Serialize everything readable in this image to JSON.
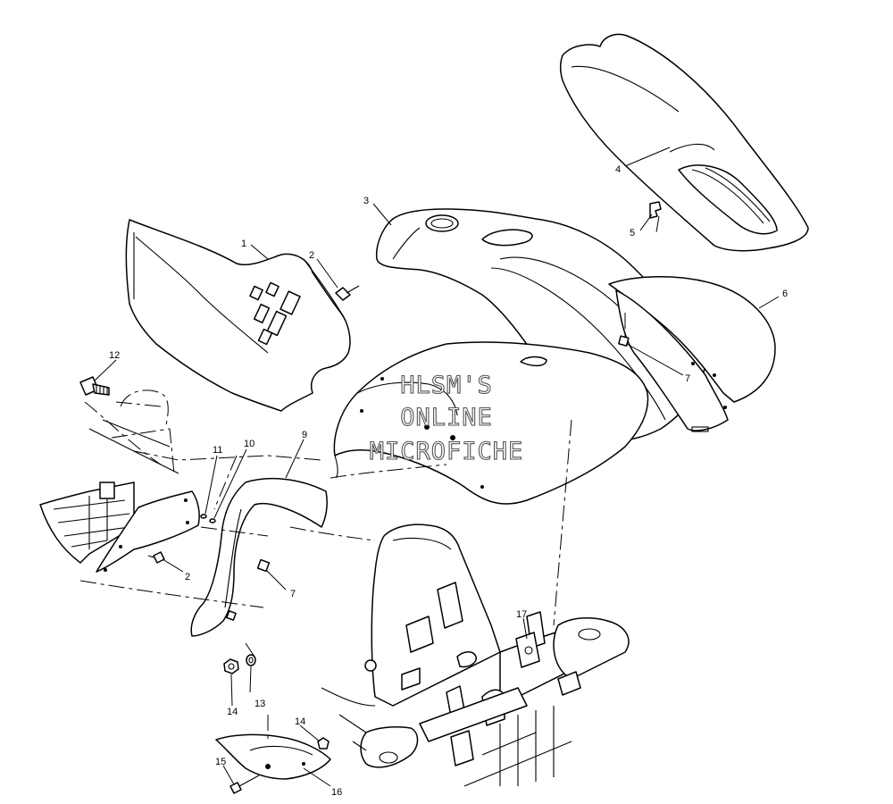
{
  "watermark": {
    "lines": [
      "HLSM'S",
      "ONLINE",
      "MICROFICHE"
    ]
  },
  "callouts": [
    {
      "id": "c1",
      "label": "1"
    },
    {
      "id": "c2a",
      "label": "2"
    },
    {
      "id": "c2b",
      "label": "2"
    },
    {
      "id": "c3",
      "label": "3"
    },
    {
      "id": "c4",
      "label": "4"
    },
    {
      "id": "c5",
      "label": "5"
    },
    {
      "id": "c6",
      "label": "6"
    },
    {
      "id": "c7a",
      "label": "7"
    },
    {
      "id": "c7b",
      "label": "7"
    },
    {
      "id": "c9",
      "label": "9"
    },
    {
      "id": "c10",
      "label": "10"
    },
    {
      "id": "c11",
      "label": "11"
    },
    {
      "id": "c12",
      "label": "12"
    },
    {
      "id": "c13",
      "label": "13"
    },
    {
      "id": "c14a",
      "label": "14"
    },
    {
      "id": "c14b",
      "label": "14"
    },
    {
      "id": "c15",
      "label": "15"
    },
    {
      "id": "c16",
      "label": "16"
    },
    {
      "id": "c17",
      "label": "17"
    }
  ]
}
